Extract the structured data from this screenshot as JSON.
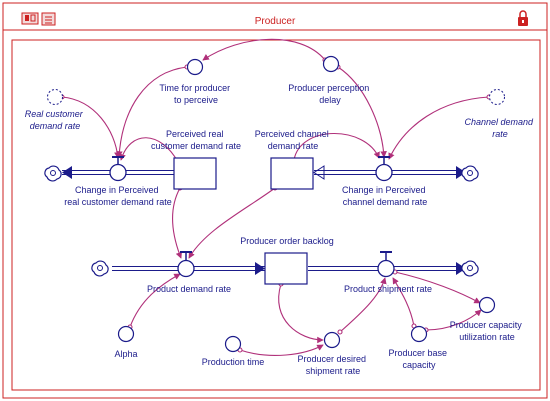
{
  "window": {
    "title": "Producer"
  },
  "variables": {
    "time_for_producer_to_perceive": [
      "Time for producer",
      "to perceive"
    ],
    "producer_perception_delay": [
      "Producer perception",
      "delay"
    ],
    "real_customer_demand_rate": [
      "Real customer",
      "demand rate"
    ],
    "channel_demand_rate": [
      "Channel demand",
      "rate"
    ],
    "perceived_real_customer_demand_rate": [
      "Perceived real",
      "customer demand rate"
    ],
    "perceived_channel_demand_rate": [
      "Perceived channel",
      "demand rate"
    ],
    "change_in_perceived_real_customer_demand_rate": [
      "Change in Perceived",
      "real customer demand rate"
    ],
    "change_in_perceived_channel_demand_rate": [
      "Change in Perceived",
      "channel demand rate"
    ],
    "producer_order_backlog": [
      "Producer order backlog"
    ],
    "product_demand_rate": [
      "Product demand rate"
    ],
    "product_shipment_rate": [
      "Product shipment rate"
    ],
    "alpha": [
      "Alpha"
    ],
    "production_time": [
      "Production time"
    ],
    "producer_desired_shipment_rate": [
      "Producer desired",
      "shipment rate"
    ],
    "producer_base_capacity": [
      "Producer base",
      "capacity"
    ],
    "producer_capacity_utilization_rate": [
      "Producer capacity",
      "utilization rate"
    ]
  },
  "colors": {
    "frame": "#cc2222",
    "flow": "#1b1b8a",
    "link": "#b0307a",
    "text": "#1b1b8a"
  }
}
